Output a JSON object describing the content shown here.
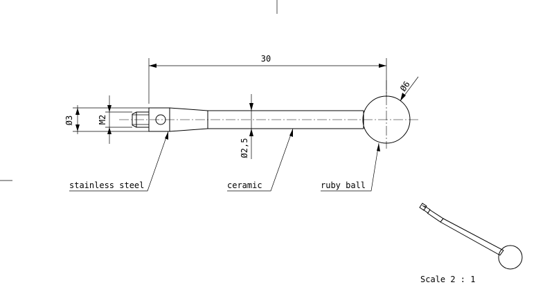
{
  "dimensions": {
    "length": "30",
    "ball_diameter": "Ø6",
    "shank_diameter": "Ø3",
    "thread": "M2",
    "stem_diameter": "Ø2,5"
  },
  "labels": {
    "body": "stainless steel",
    "stem": "ceramic",
    "tip": "ruby ball"
  },
  "scale": "Scale 2 : 1"
}
